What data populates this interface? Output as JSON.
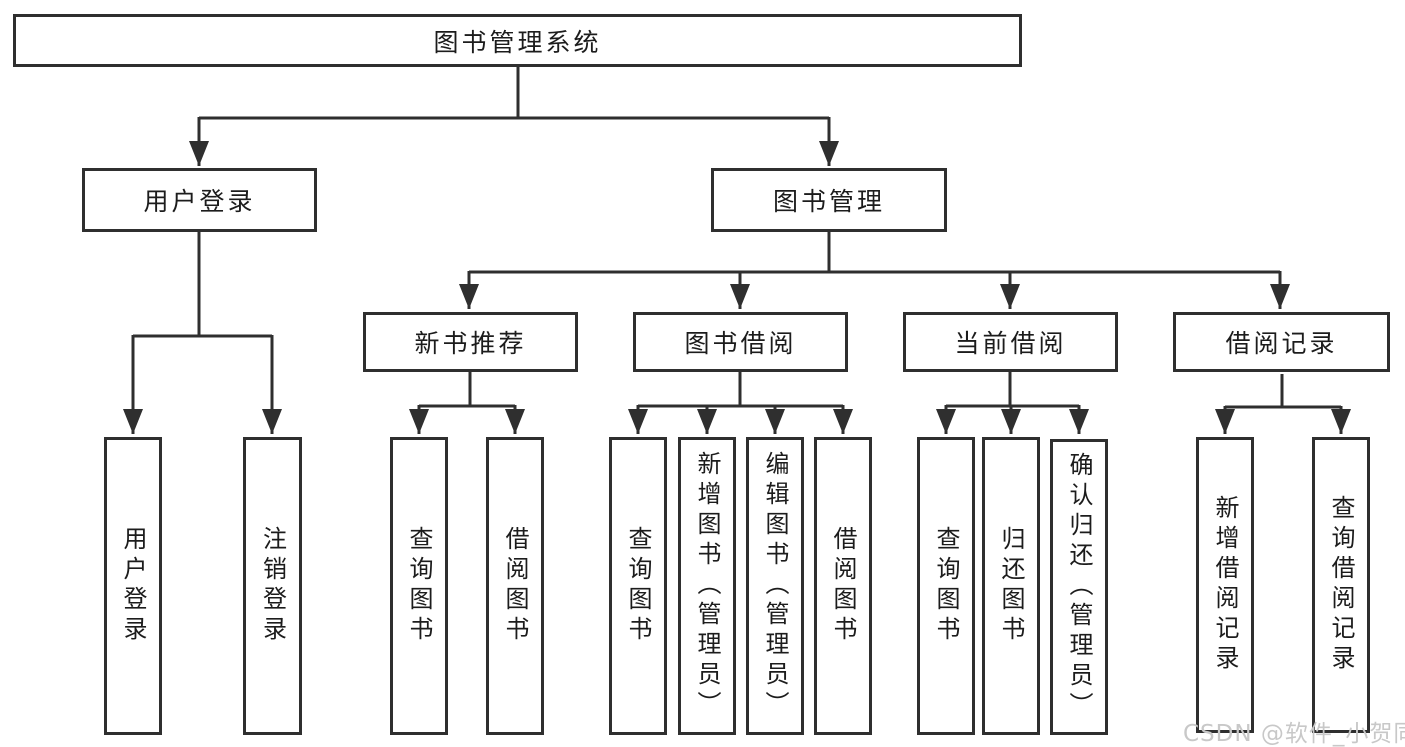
{
  "tree": {
    "label": "图书管理系统",
    "children": [
      {
        "label": "用户登录",
        "children": [
          {
            "label": "用户登录"
          },
          {
            "label": "注销登录"
          }
        ]
      },
      {
        "label": "图书管理",
        "children": [
          {
            "label": "新书推荐",
            "children": [
              {
                "label": "查询图书"
              },
              {
                "label": "借阅图书"
              }
            ]
          },
          {
            "label": "图书借阅",
            "children": [
              {
                "label": "查询图书"
              },
              {
                "label": "新增图书（管理员）"
              },
              {
                "label": "编辑图书（管理员）"
              },
              {
                "label": "借阅图书"
              }
            ]
          },
          {
            "label": "当前借阅",
            "children": [
              {
                "label": "查询图书"
              },
              {
                "label": "归还图书"
              },
              {
                "label": "确认归还（管理员）"
              }
            ]
          },
          {
            "label": "借阅记录",
            "children": [
              {
                "label": "新增借阅记录"
              },
              {
                "label": "查询借阅记录"
              }
            ]
          }
        ]
      }
    ]
  },
  "watermark": {
    "text": "CSDN @软件_小贺同学"
  },
  "colors": {
    "line": "#2f2f2f",
    "text": "#1c1c1c",
    "background": "#ffffff",
    "watermark": "#c8c8c8"
  }
}
